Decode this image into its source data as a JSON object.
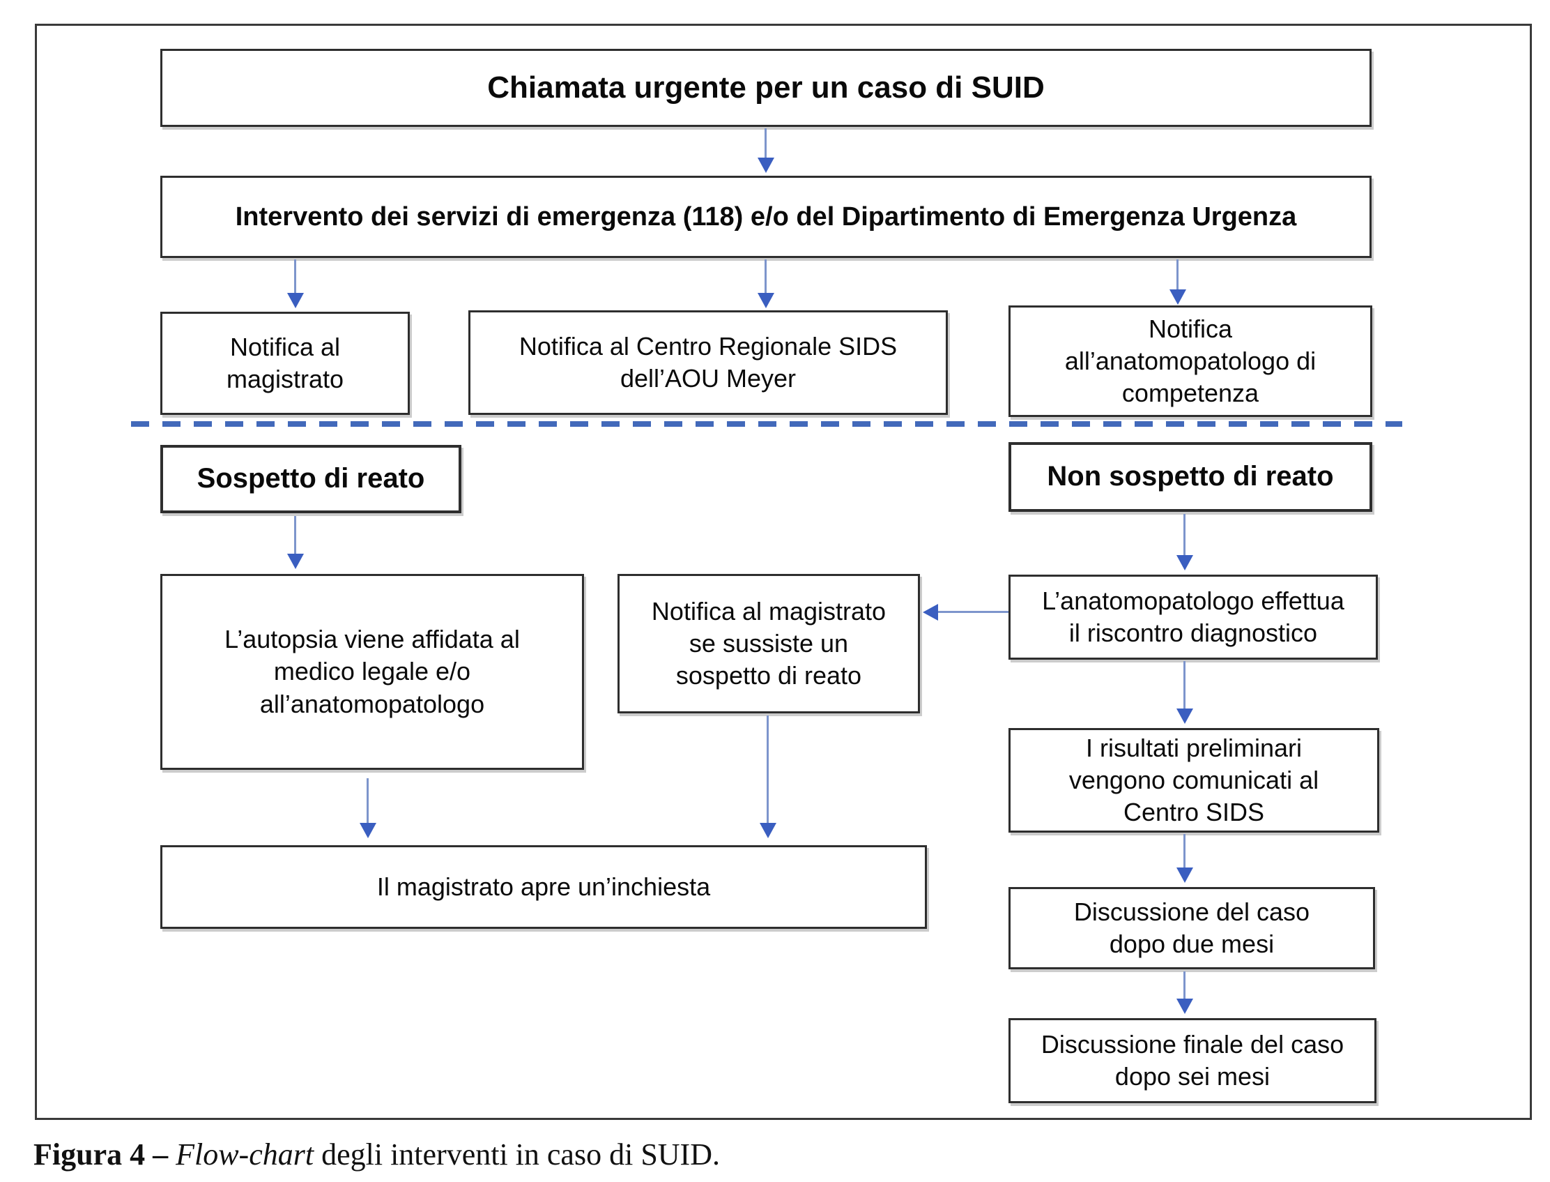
{
  "figure": {
    "caption": {
      "prefix": "Figura 4 – ",
      "italic": "Flow-chart",
      "suffix": " degli interventi in caso di SUID."
    }
  },
  "flowchart": {
    "nodes": {
      "chiamata": "Chiamata urgente per un caso di SUID",
      "intervento": "Intervento dei servizi di emergenza (118) e/o del Dipartimento di Emergenza Urgenza",
      "notifica_magistrato": "Notifica al\nmagistrato",
      "notifica_centro": "Notifica al Centro Regionale SIDS\ndell’AOU Meyer",
      "notifica_anatomopatologo": "Notifica\nall’anatomopatologo di\ncompetenza",
      "sospetto": "Sospetto di reato",
      "non_sospetto": "Non sospetto di reato",
      "autopsia": "L’autopsia viene affidata al\nmedico legale e/o\nall’anatomopatologo",
      "notifica_se_sussiste": "Notifica al magistrato\nse sussiste un\nsospetto di reato",
      "anatomopatologo_effettua": "L’anatomopatologo effettua\nil riscontro diagnostico",
      "risultati_preliminari": "I risultati preliminari\nvengono comunicati al\nCentro SIDS",
      "inchiesta": "Il magistrato apre un’inchiesta",
      "discussione_due_mesi": "Discussione del caso\ndopo due mesi",
      "discussione_sei_mesi": "Discussione finale del caso\ndopo sei mesi"
    }
  },
  "colors": {
    "connector_line": "#7D95CC",
    "connector_head": "#3A5EC0",
    "dash_blue": "#4269BA",
    "box_border": "#2E2E2E"
  }
}
